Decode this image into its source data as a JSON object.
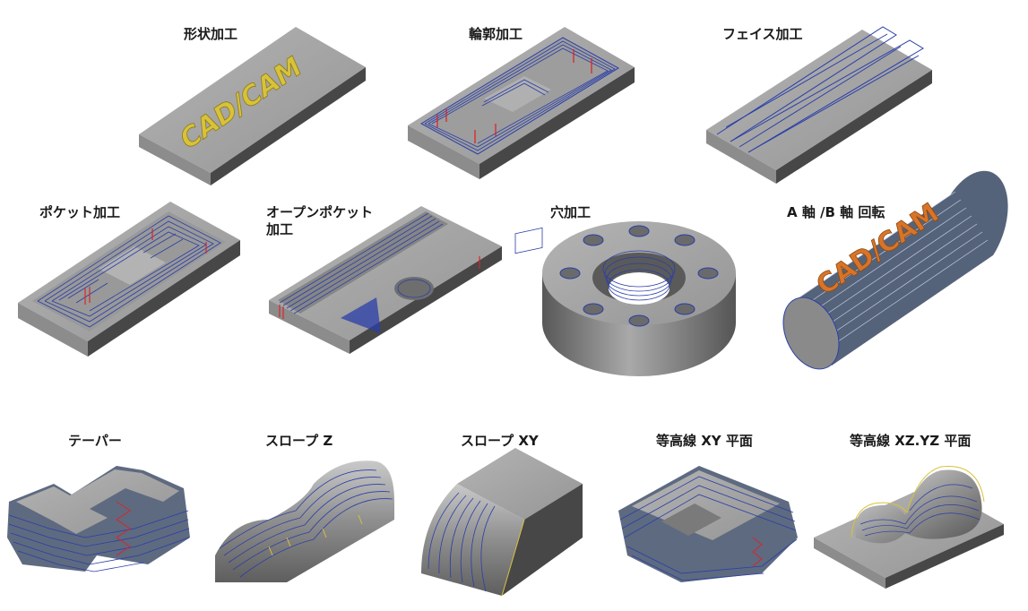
{
  "colors": {
    "top": "#a3a3a3",
    "side_light": "#8c8c8c",
    "side_dark": "#474747",
    "toolpath": "#2a3ea8",
    "red": "#d9252a",
    "yellow": "#d8c23a",
    "orange": "#d8742a"
  },
  "panels": [
    {
      "id": "shape",
      "label": "形状加工",
      "engraving": "CAD/CAM"
    },
    {
      "id": "contour",
      "label": "輪郭加工"
    },
    {
      "id": "face",
      "label": "フェイス加工"
    },
    {
      "id": "pocket",
      "label": "ポケット加工"
    },
    {
      "id": "openpocket",
      "label": "オープンポケット",
      "label2": "加工"
    },
    {
      "id": "hole",
      "label": "穴加工"
    },
    {
      "id": "rotary",
      "label": "A 軸 /B 軸 回転",
      "engraving": "CAD/CAM"
    },
    {
      "id": "taper",
      "label": "テーパー"
    },
    {
      "id": "slopez",
      "label": "スロープ Z"
    },
    {
      "id": "slopexy",
      "label": "スロープ XY"
    },
    {
      "id": "contourxy",
      "label": "等高線 XY 平面"
    },
    {
      "id": "contourxz",
      "label": "等高線 XZ.YZ 平面"
    }
  ]
}
